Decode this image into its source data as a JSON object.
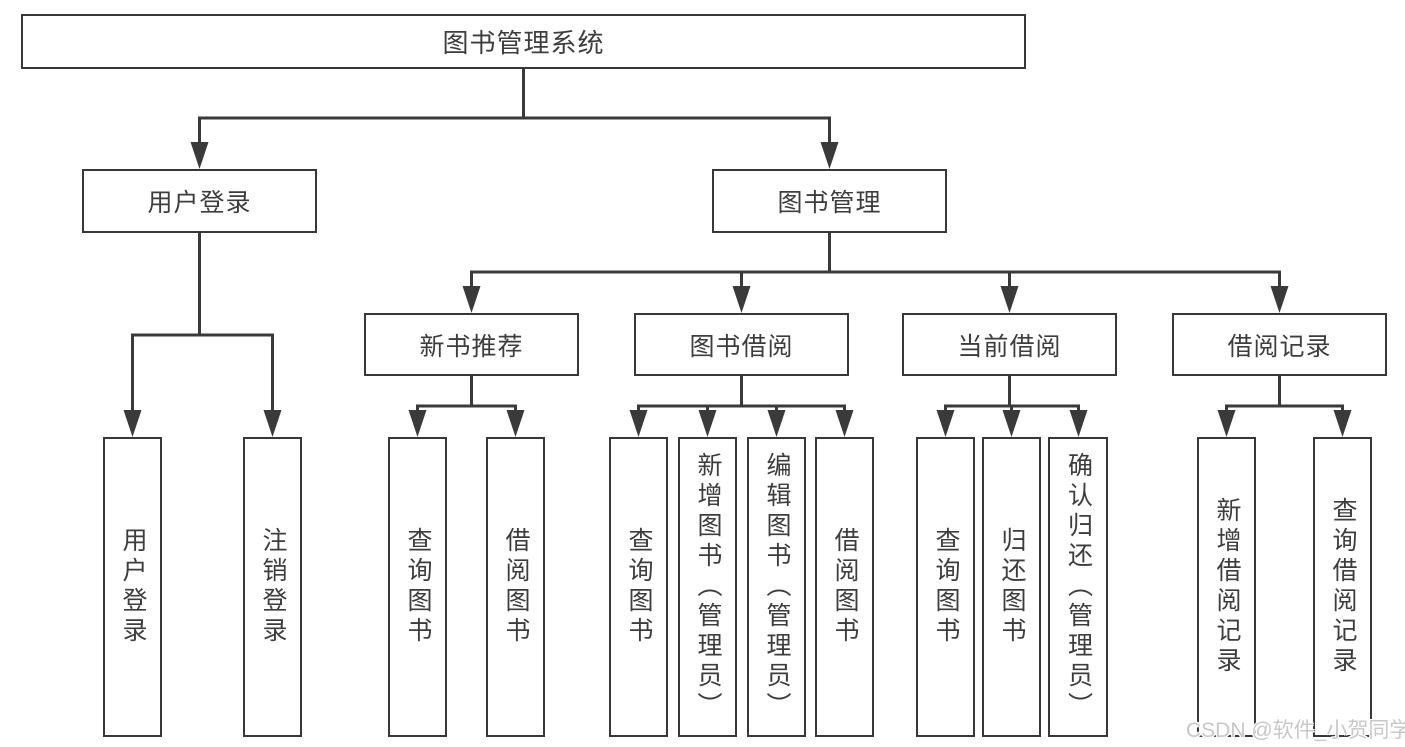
{
  "tree": {
    "label": "图书管理系统",
    "children": [
      {
        "label": "用户登录",
        "children": [
          {
            "label": "用户登录"
          },
          {
            "label": "注销登录"
          }
        ]
      },
      {
        "label": "图书管理",
        "children": [
          {
            "label": "新书推荐",
            "children": [
              {
                "label": "查询图书"
              },
              {
                "label": "借阅图书"
              }
            ]
          },
          {
            "label": "图书借阅",
            "children": [
              {
                "label": "查询图书"
              },
              {
                "label": "新增图书（管理员）"
              },
              {
                "label": "编辑图书（管理员）"
              },
              {
                "label": "借阅图书"
              }
            ]
          },
          {
            "label": "当前借阅",
            "children": [
              {
                "label": "查询图书"
              },
              {
                "label": "归还图书"
              },
              {
                "label": "确认归还（管理员）"
              }
            ]
          },
          {
            "label": "借阅记录",
            "children": [
              {
                "label": "新增借阅记录"
              },
              {
                "label": "查询借阅记录"
              }
            ]
          }
        ]
      }
    ]
  },
  "watermark": {
    "text": "CSDN @软件_小贺同学"
  },
  "colors": {
    "line": "#3a3a3a",
    "box_border": "#383838",
    "text": "#3d3d3d",
    "background": "#ffffff",
    "watermark": "#c8c8c8"
  }
}
